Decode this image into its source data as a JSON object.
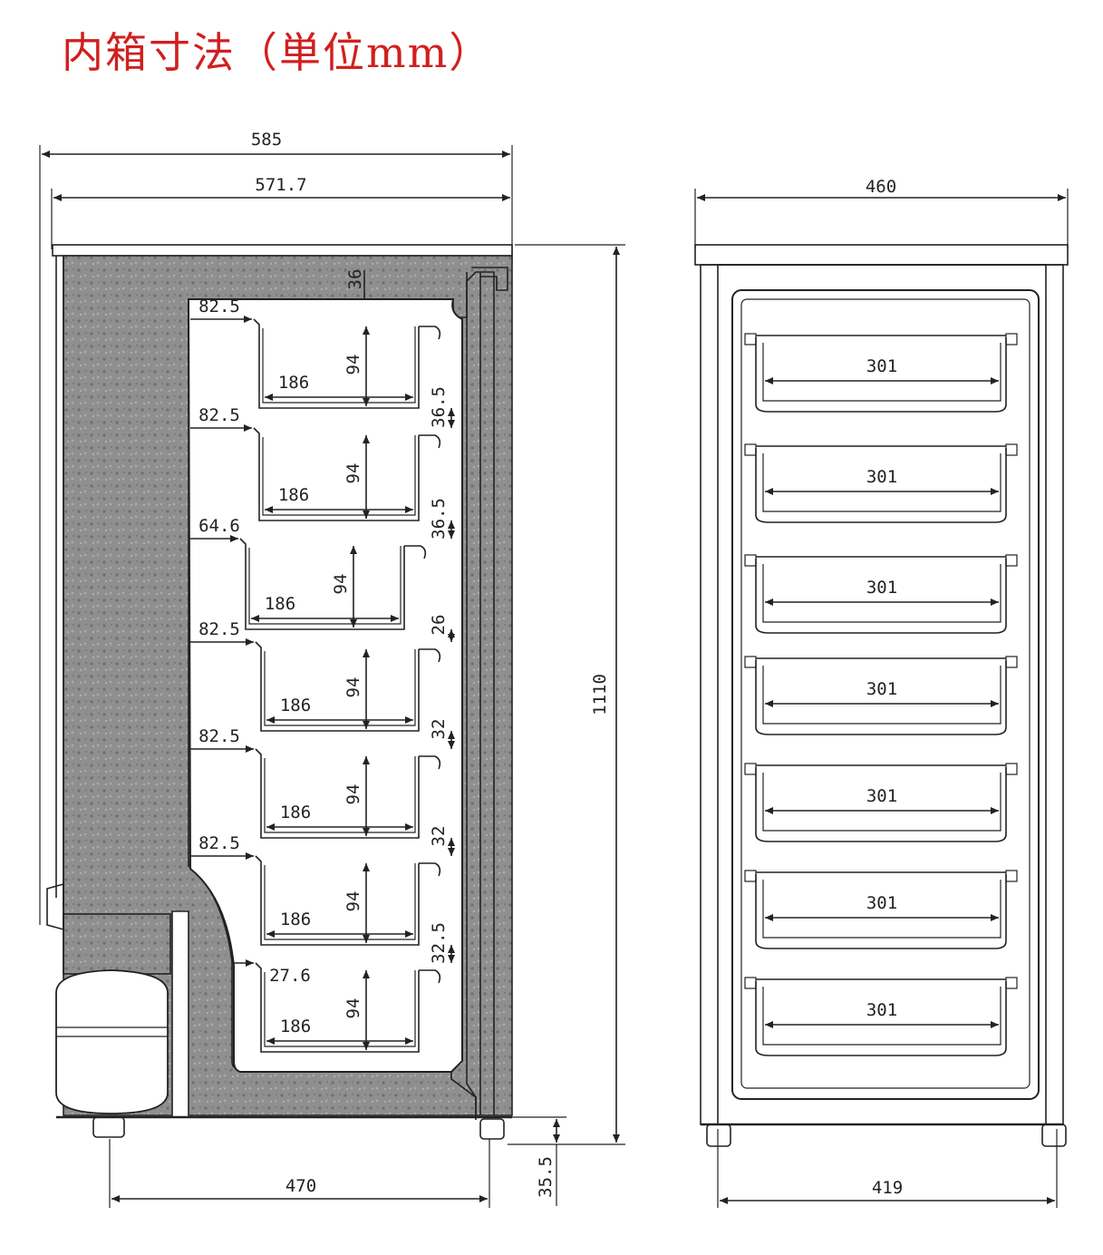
{
  "title": "内箱寸法（単位mm）",
  "side_view": {
    "overall_width": "585",
    "top_width": "571.7",
    "height": "1110",
    "base_width": "470",
    "foot_height": "35.5",
    "shelves": [
      {
        "inset": "82.5",
        "depth": "186",
        "height": "94",
        "gap": "36.5"
      },
      {
        "inset": "82.5",
        "depth": "186",
        "height": "94",
        "gap": "36.5"
      },
      {
        "inset": "64.6",
        "depth": "186",
        "height": "94",
        "gap": "26"
      },
      {
        "inset": "82.5",
        "depth": "186",
        "height": "94",
        "gap": "32"
      },
      {
        "inset": "82.5",
        "depth": "186",
        "height": "94",
        "gap": "32"
      },
      {
        "inset": "82.5",
        "depth": "186",
        "height": "94",
        "gap": "32.5"
      },
      {
        "inset": "27.6",
        "depth": "186",
        "height": "94",
        "gap": ""
      }
    ],
    "top_clearance": "36"
  },
  "front_view": {
    "overall_width": "460",
    "base_width": "419",
    "drawer_widths": [
      "301",
      "301",
      "301",
      "301",
      "301",
      "301",
      "301"
    ]
  }
}
